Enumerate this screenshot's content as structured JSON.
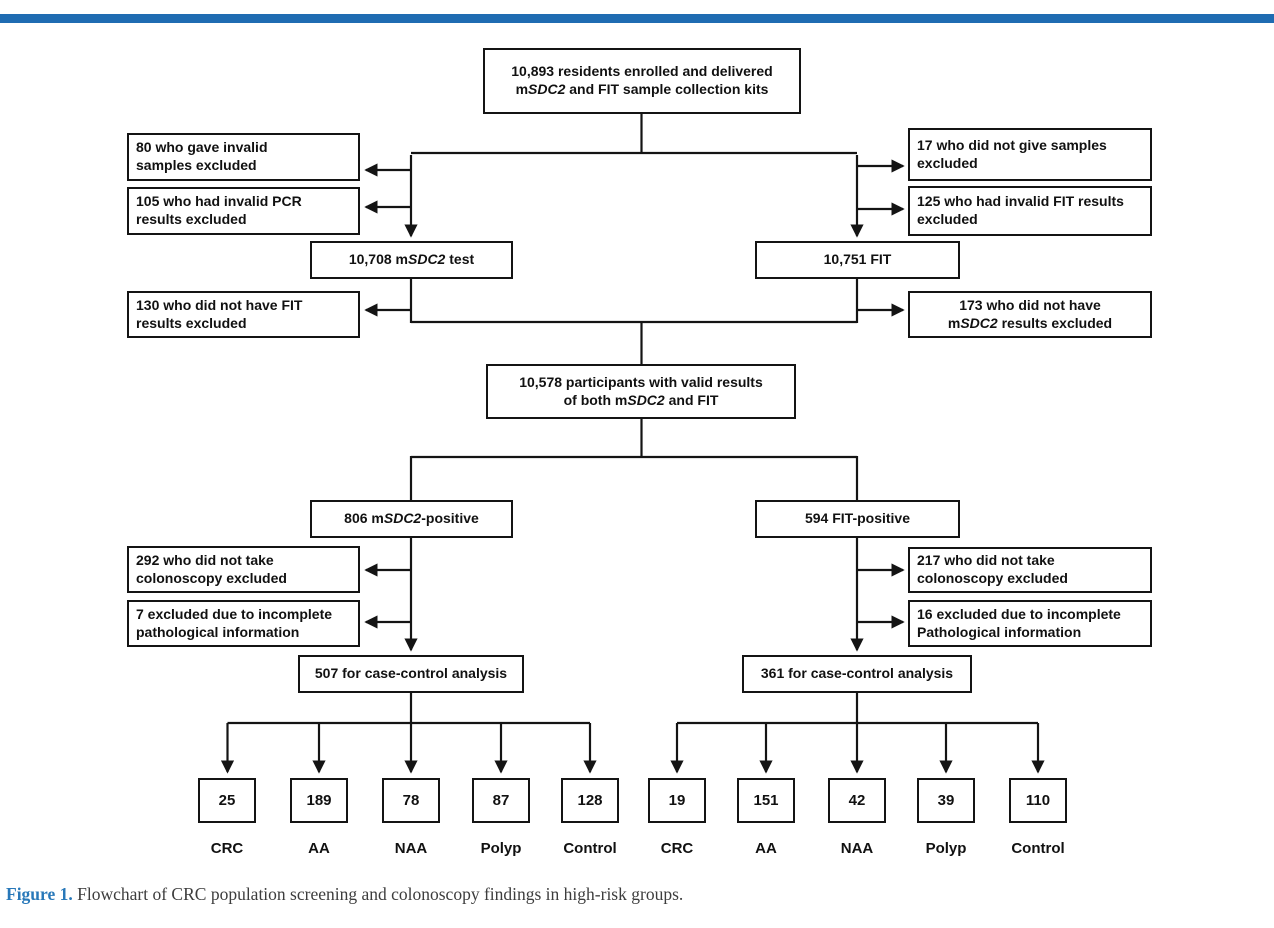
{
  "page": {
    "top_bar_color": "#1f6cb2",
    "caption": {
      "label": "Figure 1.",
      "text": " Flowchart of CRC population screening and colonoscopy findings in high-risk groups.",
      "label_color": "#2878b9"
    }
  },
  "flowchart": {
    "nodes": {
      "enrolled": [
        {
          "t": "10,893 residents enrolled and delivered"
        },
        {
          "br": true
        },
        {
          "t": "m"
        },
        {
          "t": "SDC2",
          "i": true
        },
        {
          "t": " and FIT sample collection kits"
        }
      ],
      "ex_invalid_samples": [
        {
          "t": "80 who gave invalid"
        },
        {
          "br": true
        },
        {
          "t": "samples excluded"
        }
      ],
      "ex_invalid_pcr": [
        {
          "t": "105 who had invalid PCR"
        },
        {
          "br": true
        },
        {
          "t": "results excluded"
        }
      ],
      "ex_no_samples": [
        {
          "t": "17 who did not give samples"
        },
        {
          "br": true
        },
        {
          "t": "excluded"
        }
      ],
      "ex_invalid_fit": [
        {
          "t": "125 who had invalid FIT results"
        },
        {
          "br": true
        },
        {
          "t": "excluded"
        }
      ],
      "msdc2_test": [
        {
          "t": "10,708 m"
        },
        {
          "t": "SDC2",
          "i": true
        },
        {
          "t": " test"
        }
      ],
      "fit_test": [
        {
          "t": "10,751 FIT"
        }
      ],
      "ex_no_fit_results": [
        {
          "t": "130 who did not have FIT"
        },
        {
          "br": true
        },
        {
          "t": "results excluded"
        }
      ],
      "ex_no_msdc2_results": [
        {
          "t": "173 who did not have"
        },
        {
          "br": true
        },
        {
          "t": "m"
        },
        {
          "t": "SDC2",
          "i": true
        },
        {
          "t": " results excluded"
        }
      ],
      "valid_both": [
        {
          "t": "10,578 participants with valid results"
        },
        {
          "br": true
        },
        {
          "t": "of both m"
        },
        {
          "t": "SDC2",
          "i": true
        },
        {
          "t": " and FIT"
        }
      ],
      "msdc2_positive": [
        {
          "t": "806 m"
        },
        {
          "t": "SDC2",
          "i": true
        },
        {
          "t": "-positive"
        }
      ],
      "fit_positive": [
        {
          "t": "594 FIT-positive"
        }
      ],
      "ex_no_colonoscopy_left": [
        {
          "t": "292 who did not take"
        },
        {
          "br": true
        },
        {
          "t": "colonoscopy excluded"
        }
      ],
      "ex_incomplete_path_left": [
        {
          "t": "7 excluded due to incomplete"
        },
        {
          "br": true
        },
        {
          "t": "pathological information"
        }
      ],
      "ex_no_colonoscopy_right": [
        {
          "t": "217 who did not take"
        },
        {
          "br": true
        },
        {
          "t": "colonoscopy excluded"
        }
      ],
      "ex_incomplete_path_right": [
        {
          "t": "16 excluded due to incomplete"
        },
        {
          "br": true
        },
        {
          "t": "Pathological information"
        }
      ],
      "case_control_left": [
        {
          "t": "507 for case-control analysis"
        }
      ],
      "case_control_right": [
        {
          "t": "361 for case-control analysis"
        }
      ]
    },
    "left_outcomes": [
      {
        "value": "25",
        "label": "CRC"
      },
      {
        "value": "189",
        "label": "AA"
      },
      {
        "value": "78",
        "label": "NAA"
      },
      {
        "value": "87",
        "label": "Polyp"
      },
      {
        "value": "128",
        "label": "Control"
      }
    ],
    "right_outcomes": [
      {
        "value": "19",
        "label": "CRC"
      },
      {
        "value": "151",
        "label": "AA"
      },
      {
        "value": "42",
        "label": "NAA"
      },
      {
        "value": "39",
        "label": "Polyp"
      },
      {
        "value": "110",
        "label": "Control"
      }
    ]
  }
}
